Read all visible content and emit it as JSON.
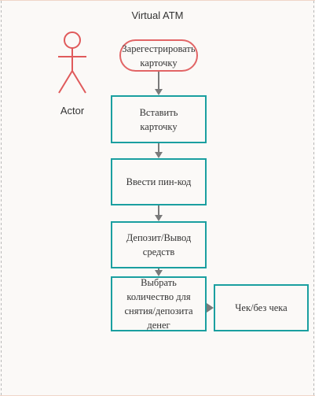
{
  "diagram": {
    "title": "Virtual ATM",
    "actor_label": "Actor",
    "nodes": {
      "start": "Зарегестрировать карточку",
      "insert": "Вставить карточку",
      "pin": "Ввести пин-код",
      "deposit": "Депозит/Вывод средств",
      "amount": "Выбрать количество для снятия/депозита денег",
      "receipt": "Чек/без чека"
    }
  },
  "colors": {
    "process_border": "#1a9fa0",
    "start_border": "#e26566",
    "actor": "#e05a5b",
    "arrow": "#7a7a7a"
  }
}
